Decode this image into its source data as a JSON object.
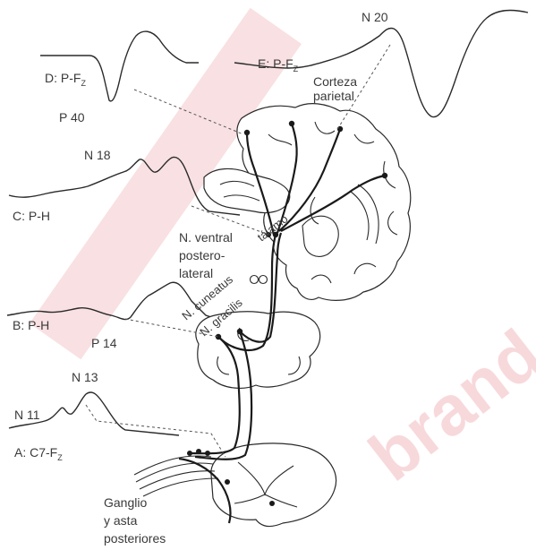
{
  "watermark": {
    "text": "brand",
    "color": "#f1b9bd"
  },
  "traces": {
    "d": {
      "label": "D: P-F",
      "sub": "Z",
      "peak": "P 40"
    },
    "e": {
      "label": "E: P-F",
      "sub": "Z",
      "peak": "N 20"
    },
    "c": {
      "label": "C: P-H",
      "peak": "N 18"
    },
    "b": {
      "label": "B: P-H",
      "peak": "P 14"
    },
    "a": {
      "label": "A: C7-F",
      "sub": "Z",
      "peak1": "N 11",
      "peak2": "N 13"
    }
  },
  "structures": {
    "cortex_line1": "Corteza",
    "cortex_line2": "parietal",
    "thalamus": "tálamo",
    "vpl_line1": "N. ventral",
    "vpl_line2": "postero-",
    "vpl_line3": "lateral",
    "cuneatus": "N. cuneatus",
    "gracilis": "N. gracilis",
    "ganglion_line1": "Ganglio",
    "ganglion_line2": "y asta",
    "ganglion_line3": "posteriores"
  }
}
